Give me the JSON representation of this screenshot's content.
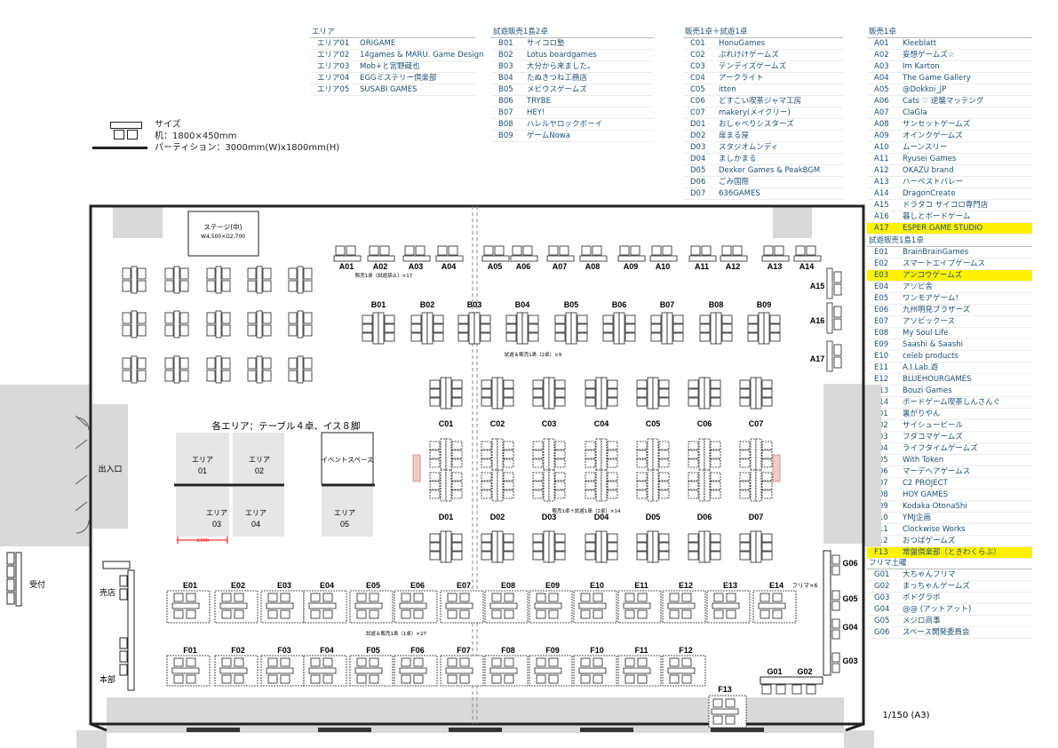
{
  "tables": {
    "area": {
      "header": "エリア",
      "rows": [
        [
          "エリア01",
          "ORIGAME"
        ],
        [
          "エリア02",
          "14games & MARU. Game Design"
        ],
        [
          "エリア03",
          "Mob+と宮野蔵也"
        ],
        [
          "エリア04",
          "EGGミステリー倶楽部"
        ],
        [
          "エリア05",
          "SUSABI GAMES"
        ]
      ]
    },
    "b": {
      "header": "試遊販売1島2卓",
      "rows": [
        [
          "B01",
          "サイコロ塾"
        ],
        [
          "B02",
          "Lotus boardgames"
        ],
        [
          "B03",
          "大分から来ました。"
        ],
        [
          "B04",
          "たぬきつね工務店"
        ],
        [
          "B05",
          "メビウスゲームズ"
        ],
        [
          "B06",
          "TRYBE"
        ],
        [
          "B07",
          "HEY!"
        ],
        [
          "B08",
          "ハレルヤロックボーイ"
        ],
        [
          "B09",
          "ゲームNowa"
        ]
      ]
    },
    "cd": {
      "header": "販売1卓＋試遊1卓",
      "rows": [
        [
          "C01",
          "HonuGames"
        ],
        [
          "C02",
          "ぷれけけゲームズ"
        ],
        [
          "C03",
          "テンデイズゲームズ"
        ],
        [
          "C04",
          "アークライト"
        ],
        [
          "C05",
          "itten"
        ],
        [
          "C06",
          "どすこい喫茶ジャマ工房"
        ],
        [
          "C07",
          "makery(メイクリー)"
        ],
        [
          "D01",
          "おしゃべりシスターズ"
        ],
        [
          "D02",
          "扉まる屋"
        ],
        [
          "D03",
          "スタジオムンディ"
        ],
        [
          "D04",
          "ましかまる"
        ],
        [
          "D05",
          "Dexker Games & PeakBGM"
        ],
        [
          "D06",
          "ごみ国際"
        ],
        [
          "D07",
          "636GAMES"
        ]
      ]
    },
    "a": {
      "header": "販売1卓",
      "rows": [
        [
          "A01",
          "Kleeblatt"
        ],
        [
          "A02",
          "妄想ゲームズ☆"
        ],
        [
          "A03",
          "Im Karton"
        ],
        [
          "A04",
          "The Game Gallery"
        ],
        [
          "A05",
          "@Dokkoi_JP"
        ],
        [
          "A06",
          "Cats ♡ 逆襲マッテング"
        ],
        [
          "A07",
          "ClaGla"
        ],
        [
          "A08",
          "サンセットゲームズ"
        ],
        [
          "A09",
          "オインクゲームズ"
        ],
        [
          "A10",
          "ムーンスリー"
        ],
        [
          "A11",
          "Ryusei Games"
        ],
        [
          "A12",
          "OKAZU brand"
        ],
        [
          "A13",
          "ハーベストバレー"
        ],
        [
          "A14",
          "DragonCreate"
        ],
        [
          "A15",
          "ドラタコ サイコロ専門店"
        ],
        [
          "A16",
          "暮しとボードゲーム"
        ],
        [
          "A17",
          "ESPER GAME STUDIO"
        ]
      ],
      "highlight": [
        "A17"
      ]
    },
    "ef": {
      "header": "試遊販売1島1卓",
      "rows": [
        [
          "E01",
          "BrainBrainGames"
        ],
        [
          "E02",
          "スマートエイプゲームス"
        ],
        [
          "E03",
          "アンコウゲームズ"
        ],
        [
          "E04",
          "アソビ舎"
        ],
        [
          "E05",
          "ワンモアゲーム！"
        ],
        [
          "E06",
          "九州明見ブラザーズ"
        ],
        [
          "E07",
          "アソビックース"
        ],
        [
          "E08",
          "My Soul Life"
        ],
        [
          "E09",
          "Saashi & Saashi"
        ],
        [
          "E10",
          "celeb products"
        ],
        [
          "E11",
          "A.I.Lab.遊"
        ],
        [
          "E12",
          "BLUEHOURGAMES"
        ],
        [
          "E13",
          "Bouzi Games"
        ],
        [
          "E14",
          "ボードゲーム喫茶しんさんぐ"
        ],
        [
          "F01",
          "裏がりやん"
        ],
        [
          "F02",
          "サイシュービール"
        ],
        [
          "F03",
          "フダコマゲームズ"
        ],
        [
          "F04",
          "ライフタイムゲームズ"
        ],
        [
          "F05",
          "With Token"
        ],
        [
          "F06",
          "マーデヘアゲームス"
        ],
        [
          "F07",
          "C2 PROJECT"
        ],
        [
          "F08",
          "HOY GAMES"
        ],
        [
          "F09",
          "Kodaka OtonaShi"
        ],
        [
          "F10",
          "YMJ企画"
        ],
        [
          "F11",
          "Clockwise Works"
        ],
        [
          "F12",
          "おつばゲームズ"
        ],
        [
          "F13",
          "常盤倶楽部（ときわくらぶ）"
        ]
      ],
      "highlight": [
        "E03",
        "F13"
      ]
    },
    "g": {
      "header": "フリマ土曜",
      "rows": [
        [
          "G01",
          "大ちゃんフリマ"
        ],
        [
          "G02",
          "まっちゃんゲームズ"
        ],
        [
          "G03",
          "ボドグラボ"
        ],
        [
          "G04",
          "@@ (アットアット)"
        ],
        [
          "G05",
          "メジロ商事"
        ],
        [
          "G06",
          "スペース開発委員会"
        ]
      ]
    }
  },
  "legend": {
    "title": "サイズ",
    "desk": "机：1800×450mm",
    "partition": "パーティション：3000mm(W)x1800mm(H)"
  },
  "plan": {
    "stage": "ステージ(中)",
    "stage_size": "W4,500×D2,700",
    "entrance": "出入口",
    "reception": "受付",
    "shop": "売店",
    "hq": "本部",
    "areas_title": "各エリア：テーブル４卓、イス８脚",
    "area_labels": [
      [
        "エリア",
        "01"
      ],
      [
        "エリア",
        "02"
      ],
      [
        "エリア",
        "03"
      ],
      [
        "エリア",
        "04"
      ],
      [
        "エリア",
        "05"
      ]
    ],
    "event_space": "イベントスペース",
    "dim": "3,000",
    "a_note": "販売1卓（試遊禁止）×17",
    "b_note": "試遊＆販売1島（2卓）×9",
    "cd_note": "販売1卓＋試遊1島（2卓）×14",
    "ef_note": "試遊＆販売1島（1卓）×27",
    "flea": "フリマ×6",
    "scale": "1/150 (A3)",
    "a_codes": [
      "A01",
      "A02",
      "A03",
      "A04",
      "A05",
      "A06",
      "A07",
      "A08",
      "A09",
      "A10",
      "A11",
      "A12",
      "A13",
      "A14"
    ],
    "a_side": [
      "A15",
      "A16",
      "A17"
    ],
    "b_codes": [
      "B01",
      "B02",
      "B03",
      "B04",
      "B05",
      "B06",
      "B07",
      "B08",
      "B09"
    ],
    "c_codes": [
      "C01",
      "C02",
      "C03",
      "C04",
      "C05",
      "C06",
      "C07"
    ],
    "d_codes": [
      "D01",
      "D02",
      "D03",
      "D04",
      "D05",
      "D06",
      "D07"
    ],
    "e_codes": [
      "E01",
      "E02",
      "E03",
      "E04",
      "E05",
      "E06",
      "E07",
      "E08",
      "E09",
      "E10",
      "E11",
      "E12",
      "E13",
      "E14"
    ],
    "f_codes": [
      "F01",
      "F02",
      "F03",
      "F04",
      "F05",
      "F06",
      "F07",
      "F08",
      "F09",
      "F10",
      "F11",
      "F12"
    ],
    "f13": "F13",
    "g_codes": [
      "G06",
      "G05",
      "G04",
      "G03"
    ],
    "g_bottom": [
      "G01",
      "G02"
    ]
  },
  "colors": {
    "highlight": "#fff200",
    "text_blue": "#1f4f75",
    "wall": "#222222",
    "gray": "#d9d9d9",
    "pink": "#f1cbbf"
  }
}
